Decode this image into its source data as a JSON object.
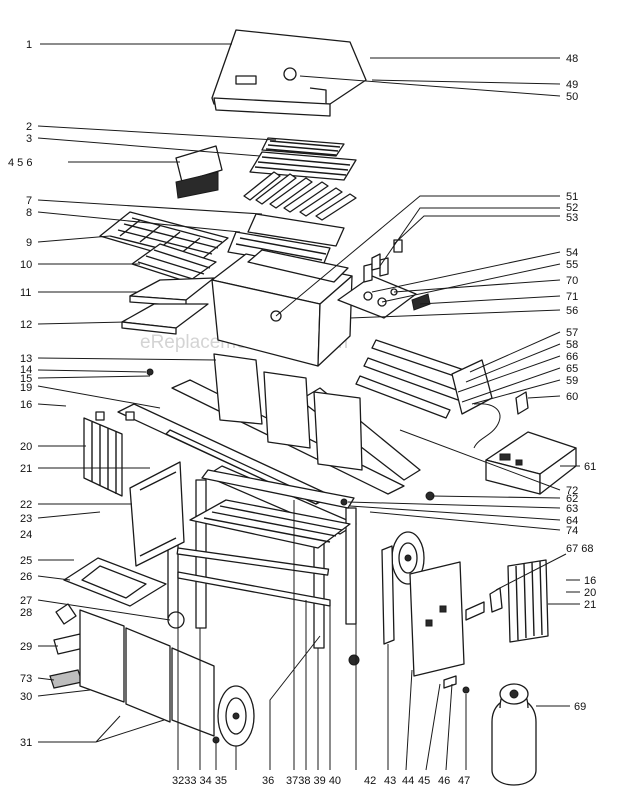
{
  "watermark": "eReplacementParts.com",
  "labels": {
    "l1": "1",
    "l2": "2",
    "l3": "3",
    "l456": "4 5 6",
    "l7": "7",
    "l8": "8",
    "l9": "9",
    "l10": "10",
    "l11": "11",
    "l12": "12",
    "l13": "13",
    "l14": "14",
    "l15": "15",
    "l19": "19",
    "l16": "16",
    "l20": "20",
    "l21": "21",
    "l22": "22",
    "l23": "23",
    "l24": "24",
    "l25": "25",
    "l26": "26",
    "l27": "27",
    "l28": "28",
    "l29": "29",
    "l73": "73",
    "l30": "30",
    "l31": "31",
    "l48": "48",
    "l49": "49",
    "l50": "50",
    "l51": "51",
    "l52": "52",
    "l53": "53",
    "l54": "54",
    "l55": "55",
    "l70": "70",
    "l71": "71",
    "l56": "56",
    "l57": "57",
    "l58": "58",
    "l66": "66",
    "l65": "65",
    "l59": "59",
    "l60": "60",
    "l61": "61",
    "l72": "72",
    "l62": "62",
    "l63": "63",
    "l64": "64",
    "l74": "74",
    "l6768": "67 68",
    "l16r": "16",
    "l20r": "20",
    "l21r": "21",
    "l69": "69",
    "bottom": "3233 34 35",
    "b36": "36",
    "bmid": "3738 39 40",
    "b42": "42",
    "b43": "43",
    "b44": "44",
    "b45": "45",
    "b46": "46",
    "b47": "47"
  }
}
